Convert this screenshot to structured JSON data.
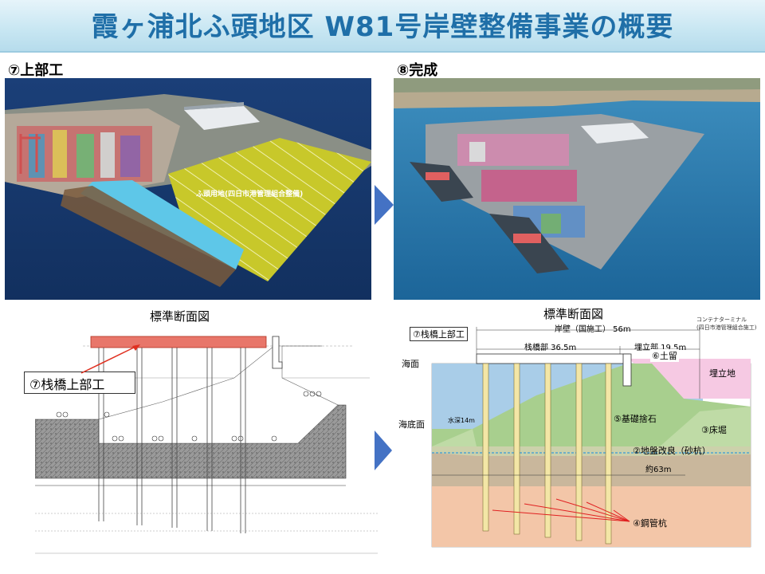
{
  "title": "霞ヶ浦北ふ頭地区 W81号岸壁整備事業の概要",
  "left_step": "⑦上部工",
  "right_step": "⑧完成",
  "left_photo_annotation": "ふ頭用地(四日市港管理組合整備)",
  "left_section_title": "標準断面図",
  "right_section_title": "標準断面図",
  "left_callout": "⑦栈橋上部工",
  "right_drawing": {
    "callout_top": "⑦栈橋上部工",
    "dim_total": "岸壁（国施工） 56m",
    "dim_pier": "栈橋部 36.5m",
    "dim_fill": "埋立部 19.5m",
    "terminal_note": "コンテナターミナル",
    "terminal_note2": "(四日市港管理組合施工)",
    "sea_surface": "海面",
    "sea_bottom": "海底面",
    "depth": "水深14m",
    "earth_retaining": "⑥土留",
    "reclaimed": "埋立地",
    "foundation_stone": "⑤基礎捨石",
    "bed_excavation": "③床堀",
    "ground_improvement": "②地盤改良（砂杭）",
    "width": "約63m",
    "steel_piles": "④鋼管杭"
  },
  "colors": {
    "title_text": "#1f6fa8",
    "arrow": "#4472c4",
    "sea": "#a9cde8",
    "reclaimed": "#f6c9e3",
    "rubble": "#a8cf8e",
    "soil": "#c9b79c",
    "improved": "#f3c6a8",
    "deck": "#e8766a",
    "pile": "#f3e6a6"
  },
  "icons": [
    "arrow-right-icon"
  ]
}
